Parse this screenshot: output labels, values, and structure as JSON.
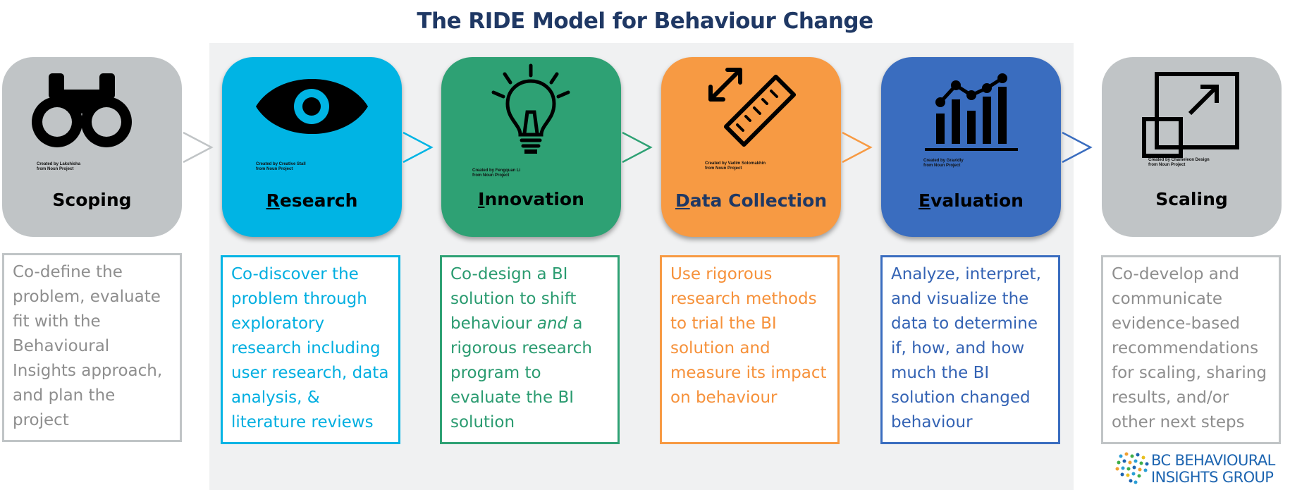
{
  "title": "The RIDE Model for Behaviour Change",
  "stages": [
    {
      "first_letter": "",
      "rest": "Scoping",
      "credit_line1": "Created by Lakshisha",
      "credit_line2": "from Noun Project",
      "icon": "binoculars-icon",
      "description": "Co-define the problem, evaluate fit with the Behavioural Insights approach, and plan the project",
      "color": "#c0c4c6",
      "text_color": "#8e8e8e"
    },
    {
      "first_letter": "R",
      "rest": "esearch",
      "credit_line1": "Created by Creative Stall",
      "credit_line2": "from Noun Project",
      "icon": "eye-icon",
      "description": "Co-discover the problem through exploratory research including user research, data analysis, & literature reviews",
      "color": "#00b4e4",
      "text_color": "#00aee0"
    },
    {
      "first_letter": "I",
      "rest": "nnovation",
      "credit_line1": "Created by Fengquan Li",
      "credit_line2": "from Noun Project",
      "icon": "lightbulb-icon",
      "description_before": "Co-design a BI solution to shift behaviour ",
      "description_italic": "and",
      "description_after": " a rigorous research program to evaluate the BI solution",
      "color": "#2ea174",
      "text_color": "#2a9b70"
    },
    {
      "first_letter": "D",
      "rest": "ata Collection",
      "credit_line1": "Created by Vadim Solomakhin",
      "credit_line2": "from Noun Project",
      "icon": "ruler-icon",
      "description": "Use rigorous research methods to trial the BI solution and measure its impact on behaviour",
      "color": "#f79a43",
      "text_color": "#f6913a"
    },
    {
      "first_letter": "E",
      "rest": "valuation",
      "credit_line1": "Created by Gravidly",
      "credit_line2": "from Noun Project",
      "icon": "chart-icon",
      "description": "Analyze, interpret, and visualize the data to determine if, how, and how much the BI solution changed behaviour",
      "color": "#3a6dbf",
      "text_color": "#3463b4"
    },
    {
      "first_letter": "",
      "rest": "Scaling",
      "credit_line1": "Created by Chameleon Design",
      "credit_line2": "from Noun Project",
      "icon": "expand-icon",
      "description": "Co-develop and communicate evidence-based recommendations for scaling, sharing results, and/or other next steps",
      "color": "#c0c4c6",
      "text_color": "#8e8e8e"
    }
  ],
  "logo": {
    "line1": "BC BEHAVIOURAL",
    "line2": "INSIGHTS GROUP"
  }
}
